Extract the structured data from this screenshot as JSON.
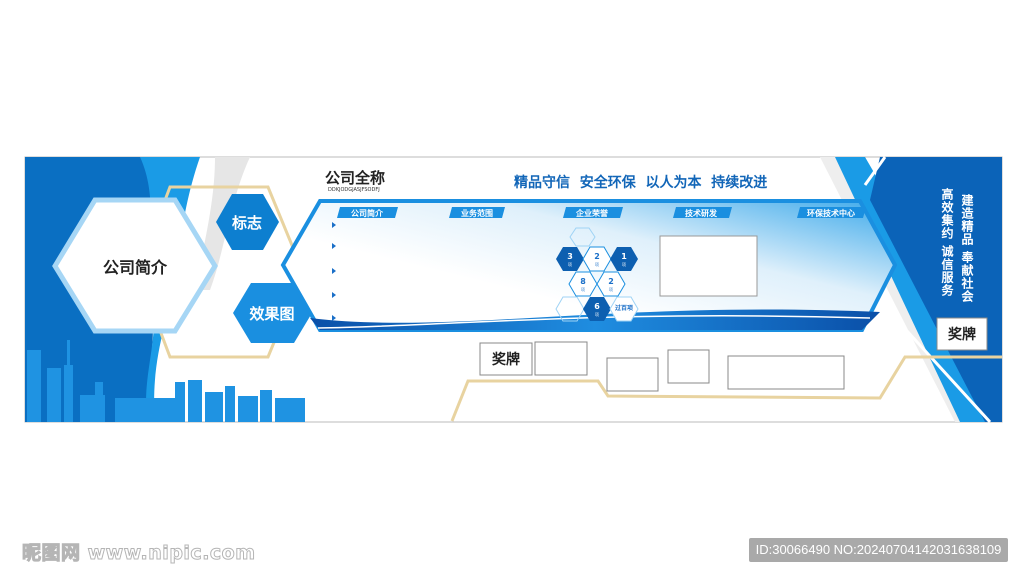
{
  "header": {
    "company_name": "公司全称",
    "company_subtitle": "DDKJODGJASJFSODFJ",
    "slogan": "精品守信  安全环保  以人为本  持续改进"
  },
  "left": {
    "intro_hex": "公司简介",
    "logo_hex": "标志",
    "render_hex": "效果图"
  },
  "tabs": [
    "公司简介",
    "业务范围",
    "企业荣誉",
    "技术研发",
    "环保技术中心"
  ],
  "honors": [
    {
      "value": "3",
      "unit": "项"
    },
    {
      "value": "2",
      "unit": "项"
    },
    {
      "value": "1",
      "unit": "项"
    },
    {
      "value": "8",
      "unit": "项"
    },
    {
      "value": "2",
      "unit": "项"
    },
    {
      "value": "6",
      "unit": "项"
    },
    {
      "value": "过百项",
      "unit": ""
    }
  ],
  "right": {
    "col1": "高效集约 诚信服务",
    "col2": "建造精品 奉献社会",
    "medal_label": "奖牌"
  },
  "bottom": {
    "medal_label": "奖牌"
  },
  "footer": {
    "watermark": "昵图网 www.nipic.com",
    "id_text": "ID:30066490 NO:20240704142031638109"
  },
  "colors": {
    "primary": "#0a6fc2",
    "accent": "#1a9be6",
    "gold": "#e8d3a0"
  }
}
